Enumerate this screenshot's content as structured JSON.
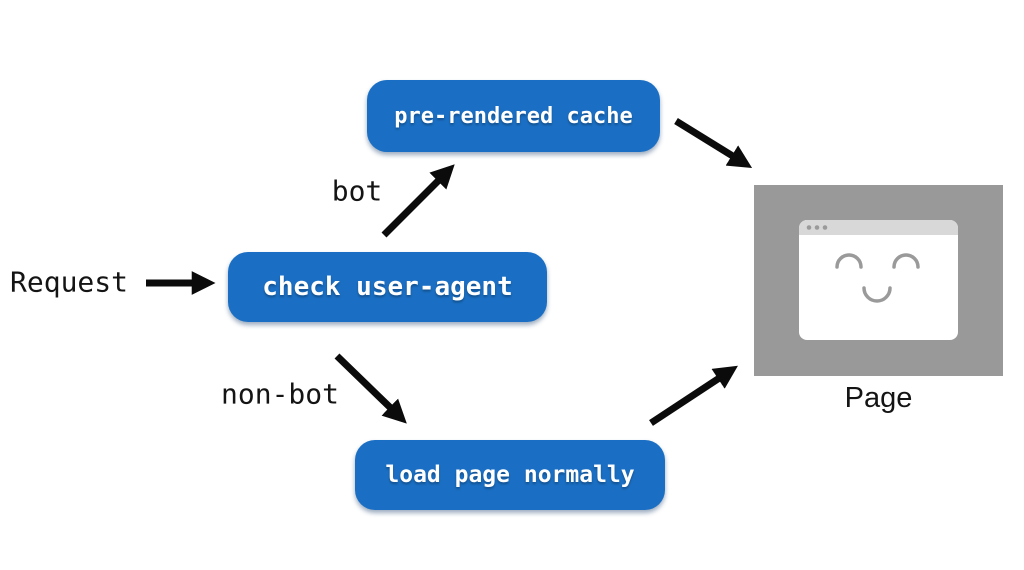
{
  "diagram": {
    "request_label": "Request",
    "nodes": {
      "check": {
        "label": "check user-agent"
      },
      "cache": {
        "label": "pre-rendered cache"
      },
      "load": {
        "label": "load page normally"
      }
    },
    "edge_labels": {
      "bot": "bot",
      "non_bot": "non-bot"
    },
    "page": {
      "label": "Page"
    },
    "icons": {
      "browser_window": "browser-window-icon",
      "smiley_face": "smiley-face-icon",
      "arrows": [
        "arrow-request-to-check",
        "arrow-check-to-cache",
        "arrow-check-to-load",
        "arrow-cache-to-page",
        "arrow-load-to-page"
      ]
    },
    "colors": {
      "node_fill": "#1a6fc4",
      "node_text": "#ffffff",
      "arrow": "#0b0b0b",
      "label_text": "#141414",
      "page_bg": "#999999",
      "window_bar": "#d8d8d8",
      "window_face": "#9a9a9a"
    }
  }
}
